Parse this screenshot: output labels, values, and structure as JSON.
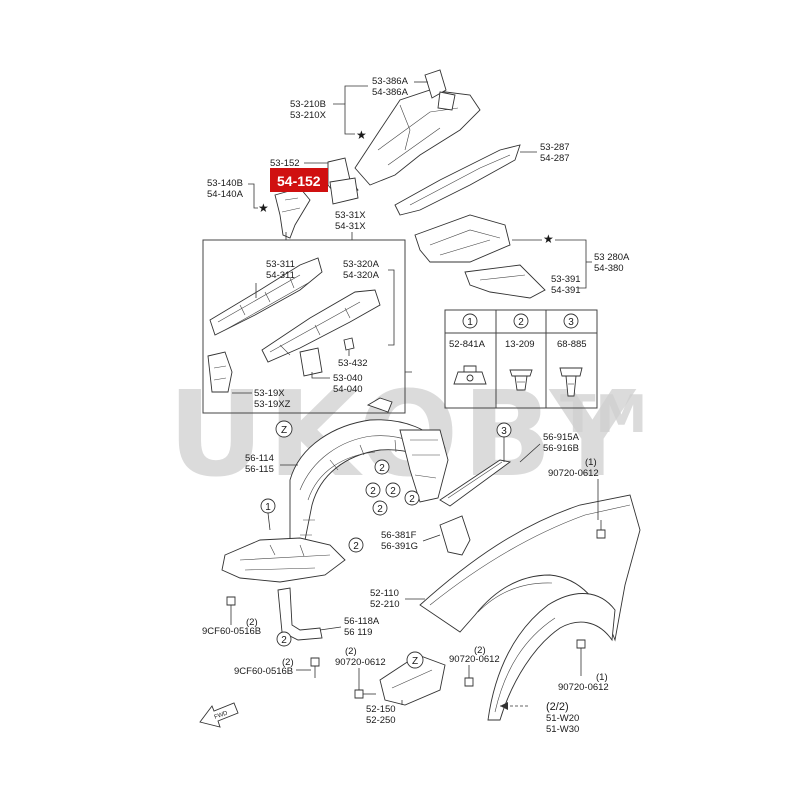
{
  "watermark": {
    "text": "UKOBY",
    "tm": "TM"
  },
  "highlight": {
    "label": "54-152",
    "color": "#d01010"
  },
  "callouts": {
    "c_386a": "53-386A",
    "c_386a_b": "54-386A",
    "c_210b": "53-210B",
    "c_210x": "53-210X",
    "c_287a": "53-287",
    "c_287b": "54-287",
    "c_152": "53-152",
    "c_140b": "53-140B",
    "c_140a": "54-140A",
    "c_31x_a": "53-31X",
    "c_31x_b": "54-31X",
    "c_311a": "53-311",
    "c_311b": "54-311",
    "c_320a": "53-320A",
    "c_320b": "54-320A",
    "c_280a": "53 280A",
    "c_380": "54-380",
    "c_391a": "53-391",
    "c_391b": "54-391",
    "c_432": "53-432",
    "c_040a": "53-040",
    "c_040b": "54-040",
    "c_19x": "53-19X",
    "c_19xz": "53-19XZ",
    "c_114": "56-114",
    "c_115": "56-115",
    "c_915a": "56-915A",
    "c_916b": "56-916B",
    "c_0612_1_n": "(1)",
    "c_0612_1": "90720-0612",
    "c_381f": "56-381F",
    "c_391g": "56-391G",
    "c_110": "52-110",
    "c_210": "52-210",
    "c_118a": "56-118A",
    "c_119": "56 119",
    "c_0516_2_n": "(2)",
    "c_0516_2": "9CF60-0516B",
    "c_0516_b_n": "(2)",
    "c_0516_b": "9CF60-0516B",
    "c_0612_2_n": "(2)",
    "c_0612_2": "90720-0612",
    "c_0612_3_n": "(2)",
    "c_0612_3": "90720-0612",
    "c_0612_4_n": "(1)",
    "c_0612_4": "90720-0612",
    "c_150": "52-150",
    "c_250": "52-250",
    "c_22": "(2/2)",
    "c_w20": "51-W20",
    "c_w30": "51-W30",
    "fwd": "FWD",
    "z1": "Z",
    "z2": "Z"
  },
  "fastener_table": {
    "headers": [
      "1",
      "2",
      "3"
    ],
    "parts": [
      "52-841A",
      "13-209",
      "68-885"
    ]
  },
  "clip_markers": {
    "m1": "1",
    "m2": "2",
    "m3": "3"
  }
}
